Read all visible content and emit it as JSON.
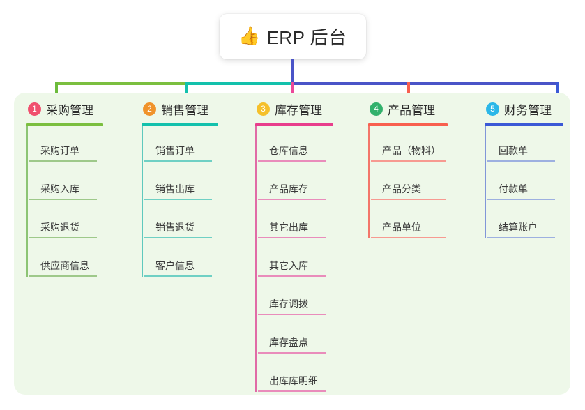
{
  "root": {
    "icon": "thumbs-up-icon",
    "emoji": "👍",
    "title": "ERP 后台"
  },
  "palette": {
    "panel_bg": "#eef8e9",
    "page_bg": "#ffffff",
    "trunk": "#4a54c8",
    "bus_green": "#7bbf3f",
    "bus_teal": "#13c1ac",
    "bus_blue": "#4a54c8"
  },
  "branches": [
    {
      "number": "1",
      "title": "采购管理",
      "badge_color": "#f0506e",
      "rule_color": "#7bbf3f",
      "spine_color": "#8cc474",
      "leaf_rule_color": "#9ec98a",
      "items": [
        "采购订单",
        "采购入库",
        "采购退货",
        "供应商信息"
      ]
    },
    {
      "number": "2",
      "title": "销售管理",
      "badge_color": "#f0932b",
      "rule_color": "#13c1ac",
      "spine_color": "#5fc9bd",
      "leaf_rule_color": "#6fd0c4",
      "items": [
        "销售订单",
        "销售出库",
        "销售退货",
        "客户信息"
      ]
    },
    {
      "number": "3",
      "title": "库存管理",
      "badge_color": "#f5c02b",
      "rule_color": "#e83e8c",
      "spine_color": "#e06ba6",
      "leaf_rule_color": "#e98cbb",
      "items": [
        "仓库信息",
        "产品库存",
        "其它出库",
        "其它入库",
        "库存调拨",
        "库存盘点",
        "出库库明细"
      ]
    },
    {
      "number": "4",
      "title": "产品管理",
      "badge_color": "#32b16c",
      "rule_color": "#f8604f",
      "spine_color": "#f3766a",
      "leaf_rule_color": "#f79a91",
      "items": [
        "产品（物料）",
        "产品分类",
        "产品单位"
      ]
    },
    {
      "number": "5",
      "title": "财务管理",
      "badge_color": "#2bb7e8",
      "rule_color": "#3b59d6",
      "spine_color": "#8196d8",
      "leaf_rule_color": "#9db0e0",
      "items": [
        "回款单",
        "付款单",
        "结算账户"
      ]
    }
  ]
}
